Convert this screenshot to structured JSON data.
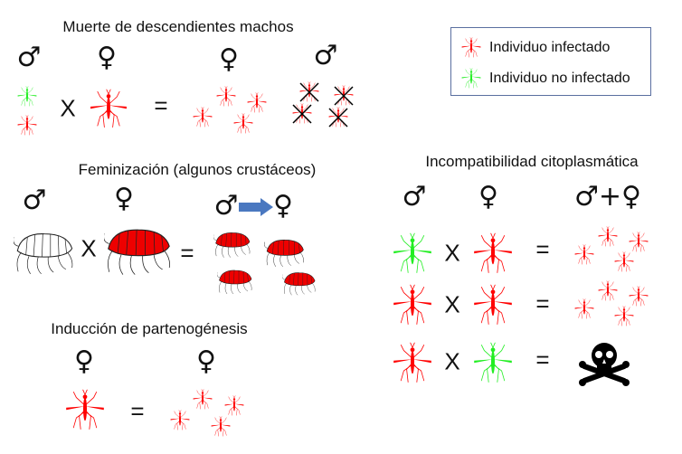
{
  "sections": {
    "male_killing": {
      "title": "Muerte de descendientes machos"
    },
    "feminization": {
      "title": "Feminización (algunos crustáceos)"
    },
    "parthenogenesis": {
      "title": "Inducción de partenogénesis"
    },
    "cytoplasmic_incompatibility": {
      "title": "Incompatibilidad citoplasmática"
    }
  },
  "legend": {
    "infected": "Individuo infectado",
    "uninfected": "Individuo no infectado"
  },
  "symbols": {
    "male": "♂",
    "female": "♀",
    "male_plus_female": "♂+♀",
    "cross": "X",
    "equals": "="
  },
  "colors": {
    "infected": "#ff0000",
    "uninfected": "#22ee22",
    "arrow": "#4a78c0",
    "legend_border": "#5a6fa0"
  }
}
